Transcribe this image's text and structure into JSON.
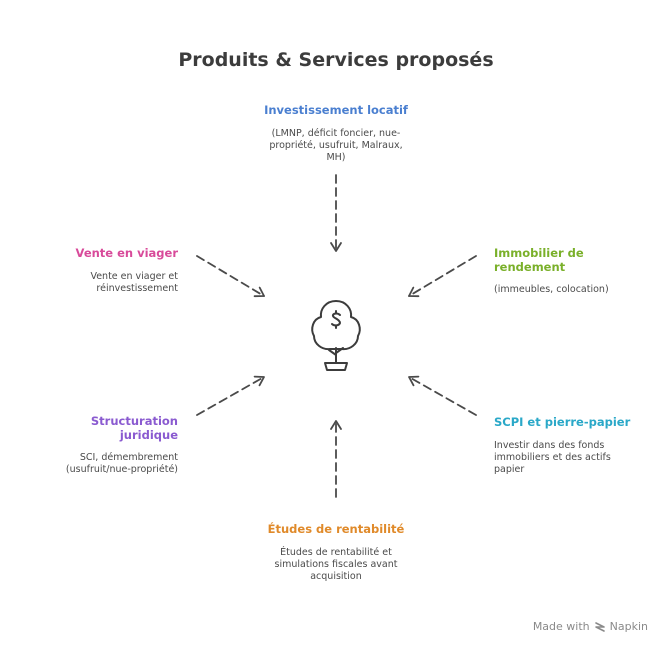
{
  "title": "Produits & Services proposés",
  "colors": {
    "top": "#4a7fd0",
    "top_right": "#7ab02a",
    "right": "#2aa8c8",
    "bottom": "#e08a2a",
    "left": "#8a5ad0",
    "top_left": "#d84a9a",
    "lines": "#4a4a4a"
  },
  "center_icon": "money-tree-icon",
  "nodes": {
    "top": {
      "title": "Investissement locatif",
      "desc": [
        "(LMNP, déficit foncier, nue-",
        "propriété, usufruit, Malraux,",
        "MH)"
      ]
    },
    "top_right": {
      "title": [
        "Immobilier de",
        "rendement"
      ],
      "desc": [
        "(immeubles, colocation)"
      ]
    },
    "right": {
      "title": "SCPI et pierre-papier",
      "desc": [
        "Investir dans des fonds",
        "immobiliers et des actifs",
        "papier"
      ]
    },
    "bottom": {
      "title": "Études de rentabilité",
      "desc": [
        "Études de rentabilité et",
        "simulations fiscales avant",
        "acquisition"
      ]
    },
    "left": {
      "title": [
        "Structuration",
        "juridique"
      ],
      "desc": [
        "SCI, démembrement",
        "(usufruit/nue-propriété)"
      ]
    },
    "top_left": {
      "title": "Vente en viager",
      "desc": [
        "Vente en viager et",
        "réinvestissement"
      ]
    }
  },
  "footer": {
    "text": "Made with",
    "brand": "Napkin",
    "icon": "napkin-logo-icon"
  }
}
